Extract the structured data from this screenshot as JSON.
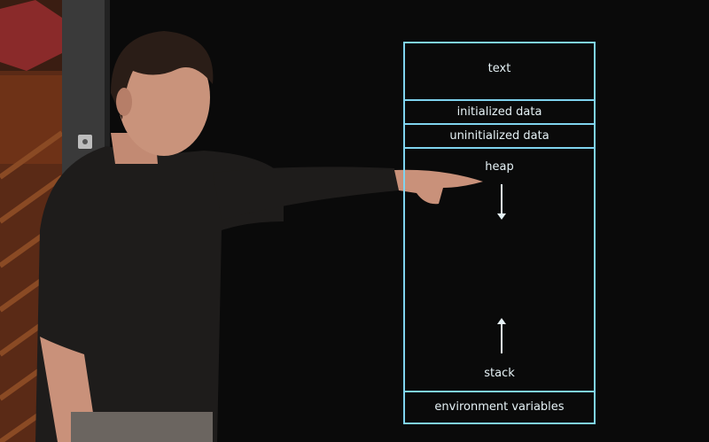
{
  "memory_diagram": {
    "segments": {
      "text": "text",
      "initialized_data": "initialized data",
      "uninitialized_data": "uninitialized data",
      "heap": "heap",
      "stack": "stack",
      "environment_variables": "environment variables"
    }
  },
  "colors": {
    "diagram_line": "#7fd3ee",
    "background": "#0a0a0a",
    "shirt": "#1e1c1b",
    "wood_panel": "#7a3b1f"
  }
}
